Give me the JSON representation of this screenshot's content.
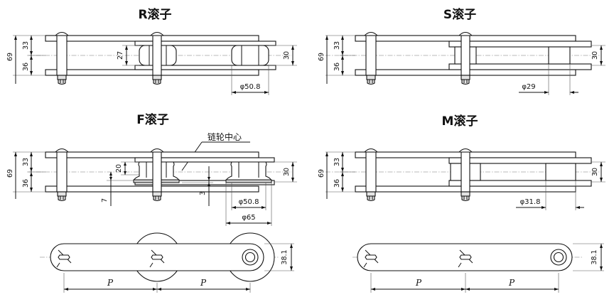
{
  "titles": {
    "r": "R滚子",
    "s": "S滚子",
    "f": "F滚子",
    "m": "M滚子"
  },
  "callout": "链轮中心",
  "dims": {
    "r": {
      "total": "69",
      "top": "33",
      "bottom": "36",
      "roller_height": "27",
      "right_height": "30",
      "dia": "φ50.8"
    },
    "s": {
      "total": "69",
      "top": "33",
      "bottom": "36",
      "right_height": "30",
      "dia": "φ29"
    },
    "f": {
      "total": "69",
      "top": "33",
      "bottom": "36",
      "upper": "20",
      "offset7": "7",
      "offset3": "3",
      "right_height": "30",
      "dia_roller": "φ50.8",
      "dia_flange": "φ65"
    },
    "m": {
      "total": "69",
      "top": "33",
      "bottom": "36",
      "right_height": "30",
      "dia": "φ31.8"
    }
  },
  "bottom_views": {
    "left": {
      "pitch1": "P",
      "pitch2": "P",
      "height": "38.1"
    },
    "right": {
      "pitch1": "P",
      "pitch2": "P",
      "height": "38.1"
    }
  }
}
